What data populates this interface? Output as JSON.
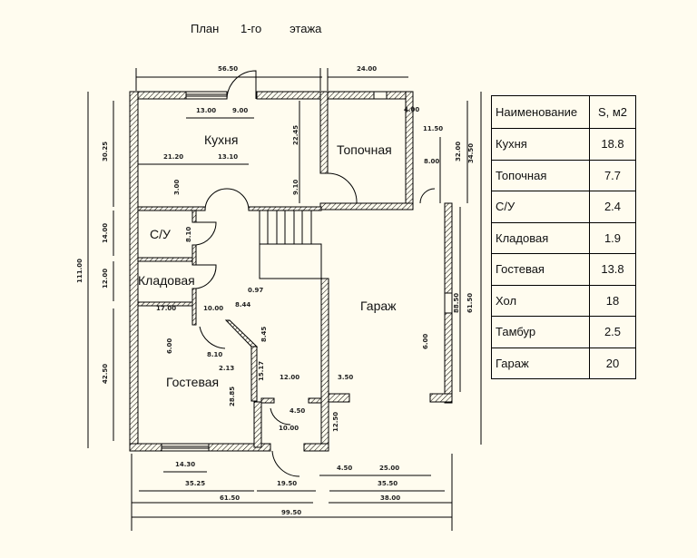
{
  "title": {
    "part1": "План",
    "part2": "1-го",
    "part3": "этажа"
  },
  "rooms": {
    "kitchen": "Кухня",
    "boiler": "Топочная",
    "wc": "С/У",
    "storage": "Кладовая",
    "guest": "Гостевая",
    "garage": "Гараж"
  },
  "dimensions": {
    "top_56_50": "56.50",
    "top_24_00": "24.00",
    "k_13_00": "13.00",
    "k_9_00": "9.00",
    "k_21_20": "21.20",
    "k_13_10": "13.10",
    "k_3_00": "3.00",
    "k_22_45": "22.45",
    "k_9_10": "9.10",
    "b_4_00": "4.00",
    "b_11_50": "11.50",
    "b_8_00": "8.00",
    "b_32_00": "32.00",
    "b_34_50": "34.50",
    "l_30_25": "30.25",
    "l_14_00": "14.00",
    "l_12_00": "12.00",
    "l_42_50": "42.50",
    "l_111_00": "111.00",
    "wc_8_10": "8.10",
    "s_17_00": "17.00",
    "h_10_00": "10.00",
    "h_0_97": "0.97",
    "h_8_44": "8.44",
    "h_8_45": "8.45",
    "g_6_00": "6.00",
    "g_8_10": "8.10",
    "g_2_13": "2.13",
    "g_28_85": "28.85",
    "h_15_17": "15.17",
    "h_12_00": "12.00",
    "t_4_50": "4.50",
    "t_10_00": "10.00",
    "t_12_50": "12.50",
    "gar_3_50": "3.50",
    "gar_6_00": "6.00",
    "gar_88_50": "88.50",
    "gar_61_50": "61.50",
    "bot_14_30": "14.30",
    "bot_35_25": "35.25",
    "bot_61_50": "61.50",
    "bot_19_50": "19.50",
    "bot_4_50": "4.50",
    "bot_25_00": "25.00",
    "bot_35_50": "35.50",
    "bot_38_00": "38.00",
    "bot_99_50": "99.50"
  },
  "area_table": {
    "header": {
      "name": "Наименование",
      "value": "S, м2"
    },
    "rows": [
      {
        "name": "Кухня",
        "value": "18.8"
      },
      {
        "name": "Топочная",
        "value": "7.7"
      },
      {
        "name": "С/У",
        "value": "2.4"
      },
      {
        "name": "Кладовая",
        "value": "1.9"
      },
      {
        "name": "Гостевая",
        "value": "13.8"
      },
      {
        "name": "Хол",
        "value": "18"
      },
      {
        "name": "Тамбур",
        "value": "2.5"
      },
      {
        "name": "Гараж",
        "value": "20"
      }
    ]
  }
}
